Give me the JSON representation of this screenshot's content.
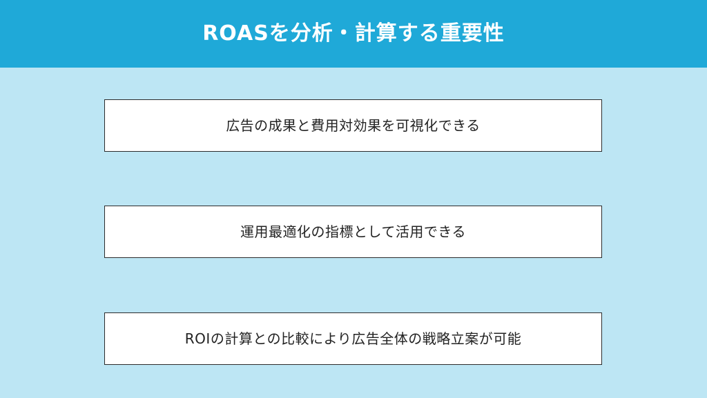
{
  "header": {
    "title": "ROASを分析・計算する重要性"
  },
  "points": [
    {
      "text": "広告の成果と費用対効果を可視化できる"
    },
    {
      "text": "運用最適化の指標として活用できる"
    },
    {
      "text": "ROIの計算との比較により広告全体の戦略立案が可能"
    }
  ],
  "colors": {
    "header_bg": "#1FA9D8",
    "page_bg": "#BDE6F4",
    "box_bg": "#FFFFFF",
    "box_border": "#2B2B2B"
  }
}
